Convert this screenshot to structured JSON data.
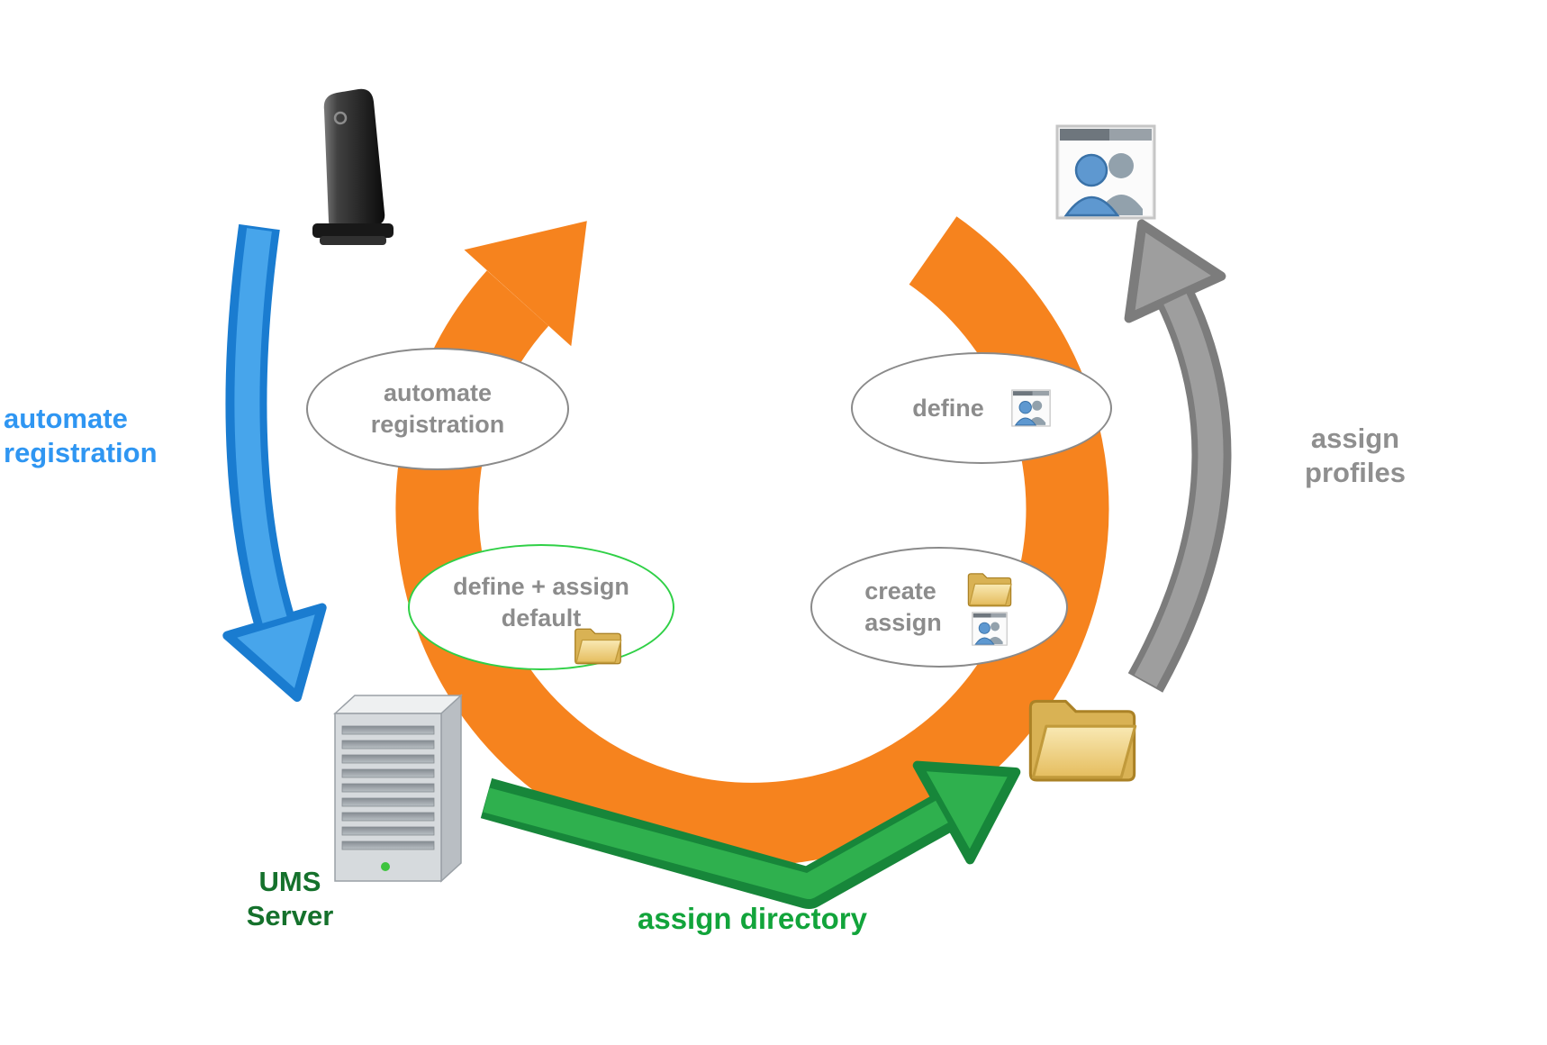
{
  "labels": {
    "automate_registration": "automate\nregistration",
    "assign_profiles": "assign\nprofiles",
    "assign_directory": "assign directory",
    "ums_server": "UMS\nServer"
  },
  "bubbles": {
    "automate_registration": "automate\nregistration",
    "define": "define",
    "define_assign_default": "define + assign\ndefault",
    "create_assign": "create\nassign"
  },
  "icons": {
    "top_left": "thin-client-device-icon",
    "bottom_left": "server-tower-icon",
    "bottom_right": "folder-icon",
    "top_right": "user-profiles-window-icon",
    "bubble_define": "user-profiles-mini-icon",
    "bubble_define_assign_default": "folder-mini-icon",
    "bubble_create_assign_top": "folder-mini-icon",
    "bubble_create_assign_bottom": "user-profiles-mini-icon"
  },
  "colors": {
    "cycle_orange": "#F6831E",
    "arrow_blue_fill": "#47A5EB",
    "arrow_blue_border": "#1A7CD0",
    "arrow_green_fill": "#2FB04E",
    "arrow_green_border": "#17863A",
    "arrow_gray_fill": "#9E9E9E",
    "arrow_gray_border": "#7C7C7C",
    "label_blue": "#2F96F2",
    "label_green": "#12A43B",
    "label_gray": "#8F8F8F",
    "label_dark_green": "#15712C",
    "bubble_text": "#8C8C8C",
    "bubble_border_gray": "#8A8A8A",
    "bubble_border_green": "#2FD046"
  }
}
